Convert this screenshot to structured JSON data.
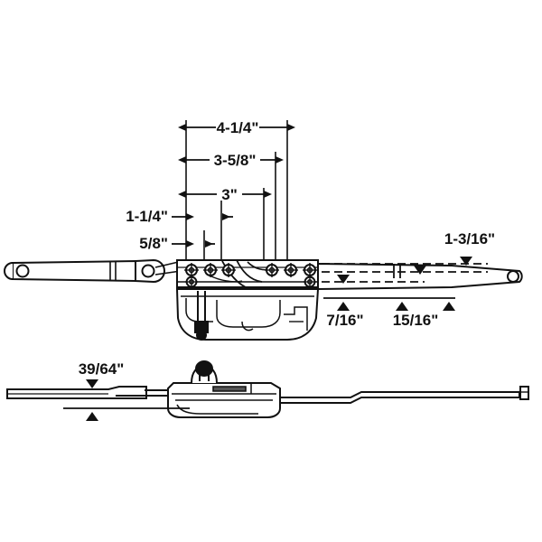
{
  "document": {
    "type": "technical-line-drawing",
    "subject": "casement window operator with dual arms",
    "views": [
      "top-elevation-view",
      "side-profile-view"
    ],
    "background_color": "#ffffff",
    "line_color": "#111111"
  },
  "dimensions": {
    "overall_top": {
      "label": "4-1/4\"",
      "name": "overall-width-dimension"
    },
    "second_top": {
      "label": "3-5/8\"",
      "name": "mounting-span-dimension"
    },
    "third_top": {
      "label": "3\"",
      "name": "hole-span-dimension"
    },
    "left_upper": {
      "label": "1-1/4\"",
      "name": "left-offset-dimension"
    },
    "left_lower": {
      "label": "5/8\"",
      "name": "left-edge-dimension"
    },
    "right_upper": {
      "label": "1-3/16\"",
      "name": "arm-height-dimension"
    },
    "bottom_left_of_right": {
      "label": "7/16\"",
      "name": "lower-arm-offset-dimension"
    },
    "bottom_right_of_right": {
      "label": "15/16\"",
      "name": "upper-arm-offset-dimension"
    },
    "profile_thickness": {
      "label": "39/64\"",
      "name": "profile-thickness-dimension"
    }
  }
}
